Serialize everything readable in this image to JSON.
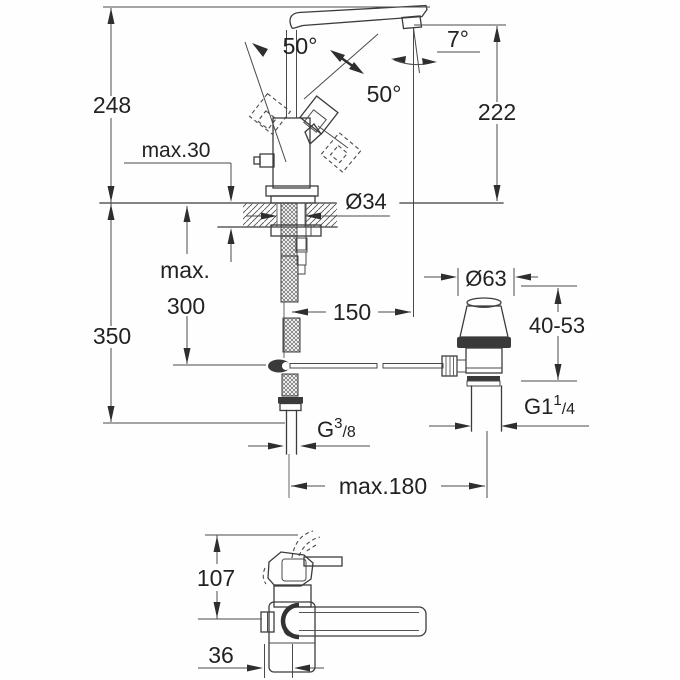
{
  "drawing": {
    "subject": "single-lever basin mixer with pop-up waste - installation dimension drawing",
    "units": "mm",
    "colors": {
      "line": "#3c3c3c",
      "text": "#222222",
      "background": "#fefefe"
    },
    "views": {
      "main": "side view with mounting dimensions",
      "bottom": "front view of faucet body"
    }
  },
  "dims": {
    "height_overall": "248",
    "deck_thickness_max": "max.30",
    "lever_angle_left": "50°",
    "lever_angle_right": "50°",
    "spout_angle": "7°",
    "outlet_height": "222",
    "hole_diameter": "Ø34",
    "under_deck_max_word": "max.",
    "under_deck_max_value": "300",
    "under_deck_total": "350",
    "spout_reach": "150",
    "waste_flange_diameter": "Ø63",
    "clamping_range": "40-53",
    "supply_thread_base": "G",
    "supply_thread_sup": "3",
    "supply_thread_sub": "/8",
    "waste_thread_base": "G1",
    "waste_thread_sup": "1",
    "waste_thread_sub": "/4",
    "rod_reach_max": "max.180",
    "front_height": "107",
    "front_offset": "36"
  }
}
